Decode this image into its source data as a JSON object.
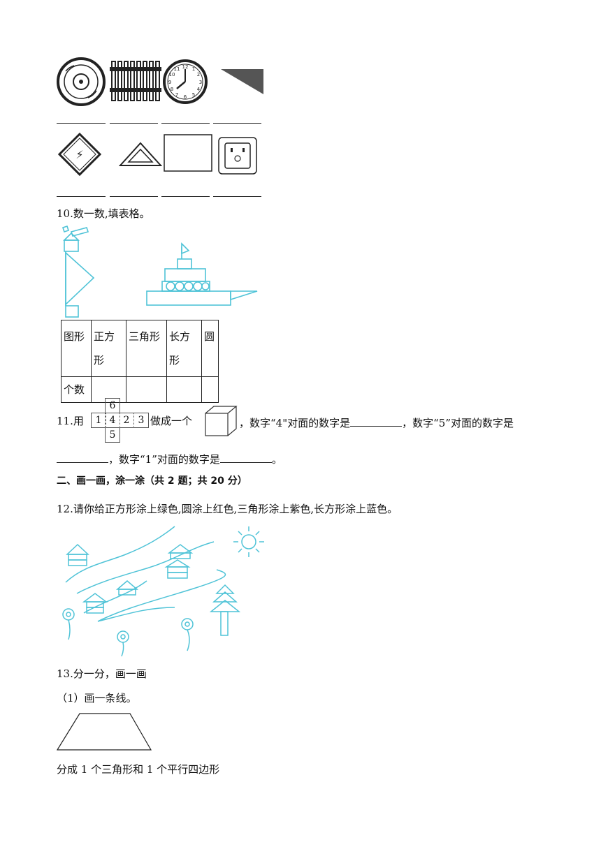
{
  "q9_lines": [
    "",
    "",
    "",
    "",
    "",
    "",
    "",
    ""
  ],
  "q10": {
    "title": "10.数一数,填表格。",
    "table": {
      "header": [
        "图形",
        "正方形",
        "三角形",
        "长方形",
        "圆"
      ],
      "row_label": "个数",
      "counts": [
        "",
        "",
        "",
        ""
      ]
    }
  },
  "q11": {
    "prefix": "11.用",
    "net": [
      "6",
      "1",
      "4",
      "2",
      "3",
      "5"
    ],
    "middle": "做成一个",
    "after_cube": "，数字“4\"对面的数字是",
    "mid2": "，数字“5”对面的数字是",
    "line2_mid": "，数字“1”对面的数字是",
    "line2_end": "。"
  },
  "section2": "二、画一画，涂一涂（共 2 题；共 20 分）",
  "q12": {
    "text": "12.请你给正方形涂上绿色,圆涂上红色,三角形涂上紫色,长方形涂上蓝色。"
  },
  "q13": {
    "title": "13.分一分，画一画",
    "sub1": "（1）画一条线。",
    "caption": "分成 1 个三角形和 1 个平行四边形"
  }
}
